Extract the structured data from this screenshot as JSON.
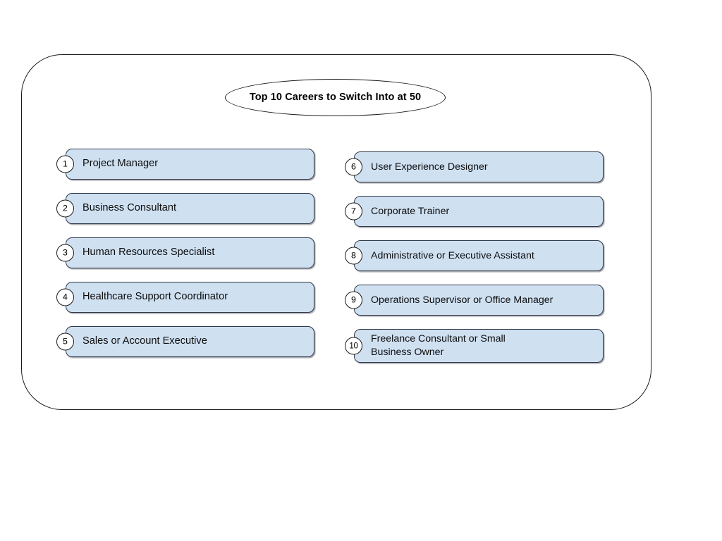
{
  "diagram": {
    "title": "Top 10 Careers to Switch\nInto at 50",
    "colors": {
      "box_fill": "#cfe0f1",
      "box_border": "#2f3a4a",
      "frame_border": "#1a1a1a",
      "badge_fill": "#ffffff",
      "text": "#0d0d0d",
      "background": "#ffffff"
    },
    "left_column": [
      {
        "number": "1",
        "label": "Project Manager"
      },
      {
        "number": "2",
        "label": "Business Consultant"
      },
      {
        "number": "3",
        "label": "Human Resources Specialist"
      },
      {
        "number": "4",
        "label": "Healthcare Support Coordinator"
      },
      {
        "number": "5",
        "label": "Sales or Account Executive"
      }
    ],
    "right_column": [
      {
        "number": "6",
        "label": "User Experience Designer"
      },
      {
        "number": "7",
        "label": "Corporate Trainer"
      },
      {
        "number": "8",
        "label": "Administrative or Executive Assistant"
      },
      {
        "number": "9",
        "label": "Operations Supervisor or Office Manager"
      },
      {
        "number": "10",
        "label": "Freelance Consultant or Small\nBusiness Owner"
      }
    ]
  }
}
